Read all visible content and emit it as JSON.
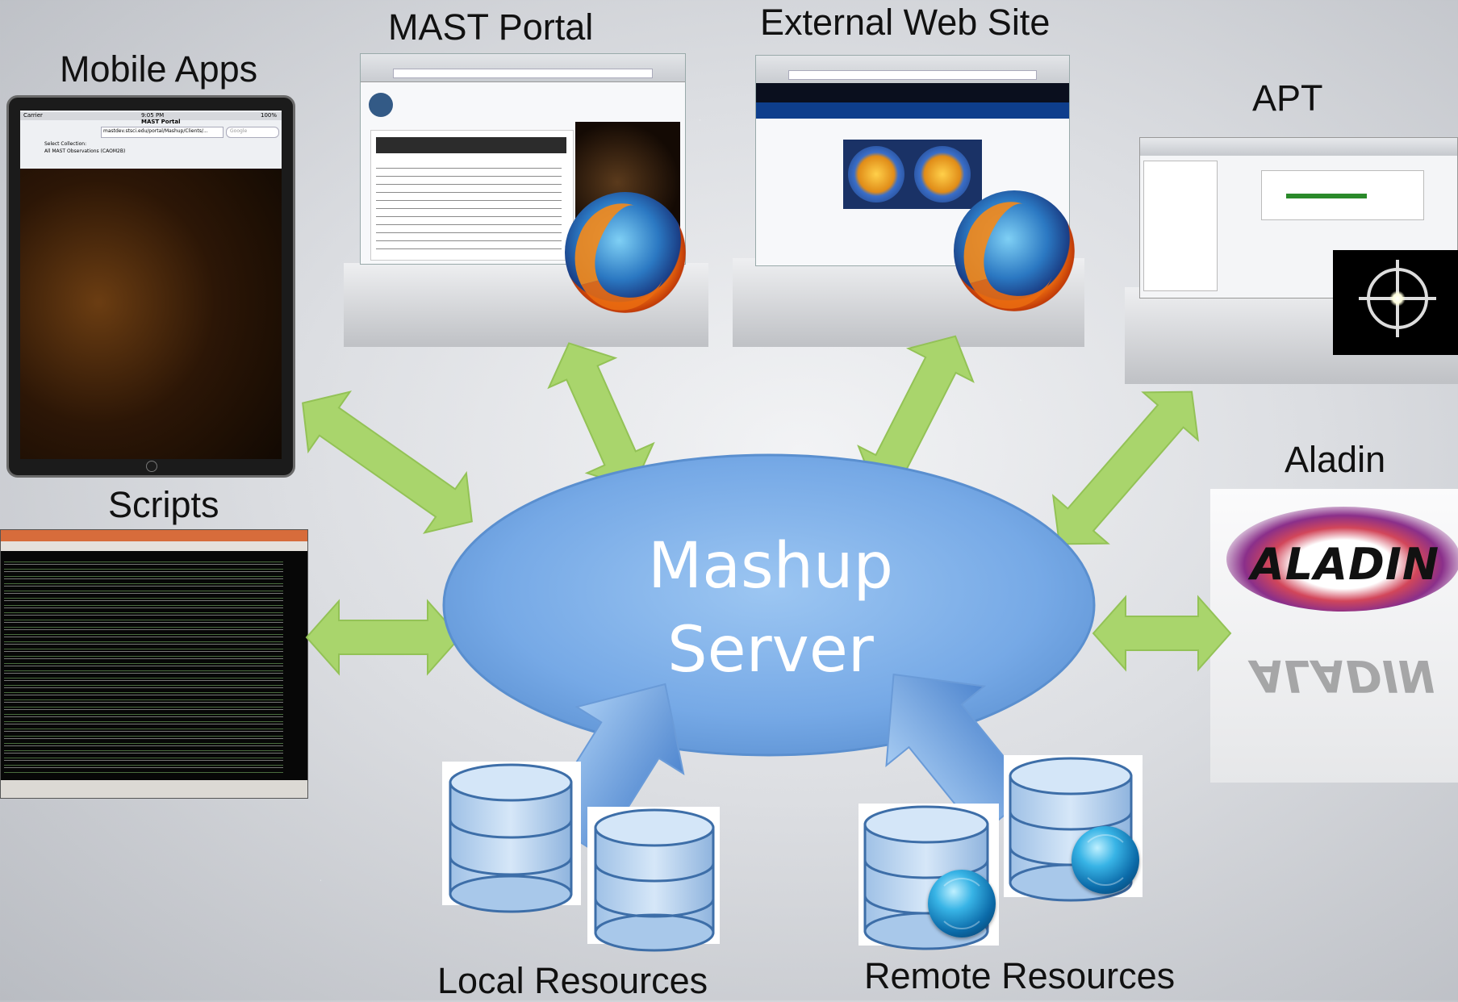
{
  "labels": {
    "mobile_apps": "Mobile Apps",
    "mast_portal": "MAST Portal",
    "external_web_site": "External Web Site",
    "apt": "APT",
    "scripts": "Scripts",
    "aladin": "Aladin",
    "mashup_server_line1": "Mashup",
    "mashup_server_line2": "Server",
    "local_resources": "Local Resources",
    "remote_resources": "Remote Resources"
  },
  "mobile_app_screen": {
    "carrier": "Carrier",
    "time": "9:05 PM",
    "battery": "100%",
    "title": "MAST Portal",
    "url": "mastdev.stsci.edu/portal/Mashup/Clients/...",
    "search_placeholder": "Google",
    "select_collection": "Select Collection:",
    "collection_value": "All MAST Observations (CAOM2B)"
  },
  "aladin_logo_text": "ALADIN",
  "colors": {
    "arrow_green": "#a8d46a",
    "server_blue": "#7fb2ea",
    "upload_arrow_blue": "#6fa6e2",
    "db_blue": "#b9d4ef"
  }
}
